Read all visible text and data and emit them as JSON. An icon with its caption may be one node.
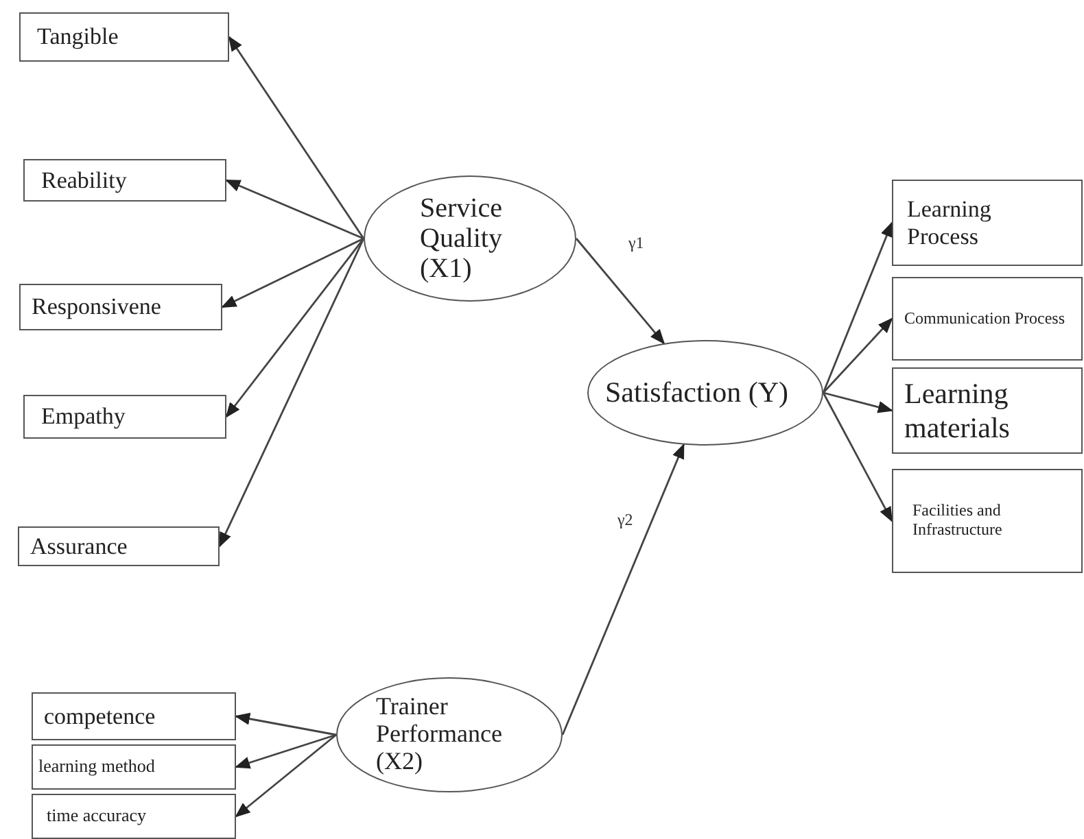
{
  "diagram": {
    "nodes": [
      {
        "text": [
          "Tangible"
        ]
      },
      {
        "text": [
          "Reability"
        ]
      },
      {
        "text": [
          "Responsivene"
        ]
      },
      {
        "text": [
          "Empathy"
        ]
      },
      {
        "text": [
          "Assurance"
        ]
      },
      {
        "text": [
          "Service Quality (X1)"
        ]
      },
      {
        "text": [
          "Satisfaction (Y)"
        ]
      },
      {
        "text": [
          "Learning Process"
        ]
      },
      {
        "text": [
          "Communication Process"
        ]
      },
      {
        "text": [
          "Learning materials"
        ]
      },
      {
        "text": [
          "Facilities and Infrastructure"
        ]
      },
      {
        "text": [
          "competence"
        ]
      },
      {
        "text": [
          "learning method"
        ]
      },
      {
        "text": [
          "time accuracy"
        ]
      },
      {
        "text": [
          "Trainer Performance (X2)"
        ]
      }
    ],
    "edges": [
      {
        "from": 5,
        "to": 0,
        "arrow": "to"
      },
      {
        "from": 5,
        "to": 1,
        "arrow": "to"
      },
      {
        "from": 5,
        "to": 2,
        "arrow": "to"
      },
      {
        "from": 5,
        "to": 3,
        "arrow": "to"
      },
      {
        "from": 5,
        "to": 4,
        "arrow": "to"
      },
      {
        "from": 5,
        "to": 6,
        "arrow": "to",
        "label": "γ1"
      },
      {
        "from": 14,
        "to": 6,
        "arrow": "to",
        "label": "γ2"
      },
      {
        "from": 6,
        "to": 7,
        "arrow": "to"
      },
      {
        "from": 6,
        "to": 8,
        "arrow": "to"
      },
      {
        "from": 6,
        "to": 9,
        "arrow": "to"
      },
      {
        "from": 6,
        "to": 10,
        "arrow": "to"
      },
      {
        "from": 14,
        "to": 11,
        "arrow": "to"
      },
      {
        "from": 14,
        "to": 12,
        "arrow": "to"
      },
      {
        "from": 14,
        "to": 13,
        "arrow": "to"
      }
    ]
  }
}
